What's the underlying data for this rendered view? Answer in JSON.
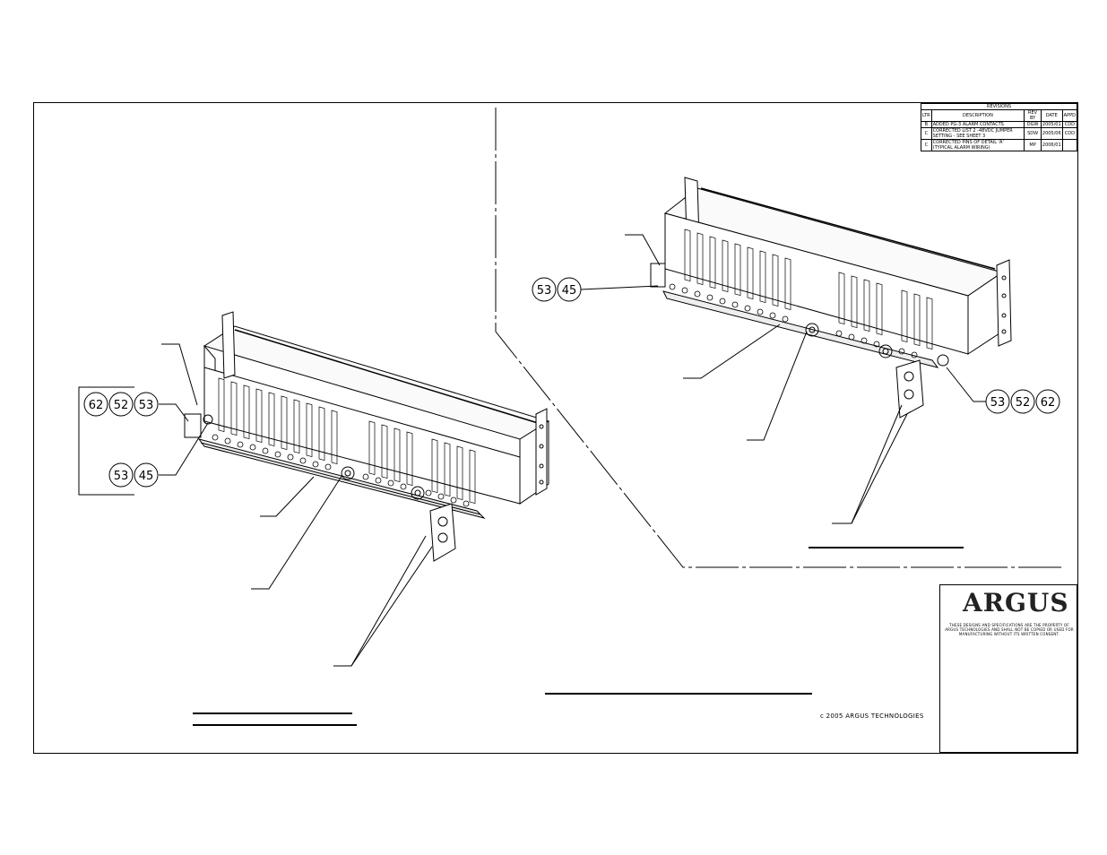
{
  "revisions": {
    "title": "REVISIONS",
    "headers": [
      "LTR",
      "DESCRIPTION",
      "REV BY",
      "DATE",
      "APPD"
    ],
    "rows": [
      {
        "ltr": "B",
        "description": "ADDED PG-3 ALARM CONTACTS",
        "rev_by": "DGW",
        "date": "2005/01",
        "appd": "CDD"
      },
      {
        "ltr": "C",
        "description": "CORRECTED LIST 2 -48VDC JUMPER SETTING - SEE SHEET 3",
        "rev_by": "SDW",
        "date": "2005/06",
        "appd": "CDD"
      },
      {
        "ltr": "C",
        "description": "CORRECTED PINS OF DETAIL 'A' (TYPICAL ALARM WIRING)",
        "rev_by": "MP",
        "date": "2006/01",
        "appd": ""
      }
    ]
  },
  "balloons": {
    "left_top": [
      "62",
      "52",
      "53"
    ],
    "left_bottom": [
      "53",
      "45"
    ],
    "right_top": [
      "53",
      "45"
    ],
    "right_bottom": [
      "53",
      "52",
      "62"
    ]
  },
  "title_block": {
    "logo": "ARGUS",
    "proprietary_note": "THESE DESIGNS AND SPECIFICATIONS ARE THE PROPERTY OF ARGUS TECHNOLOGIES AND SHALL NOT BE COPIED OR USED FOR MANUFACTURING WITHOUT ITS WRITTEN CONSENT."
  },
  "copyright": "c  2005 ARGUS TECHNOLOGIES",
  "colors": {
    "line": "#000000",
    "background": "#ffffff"
  }
}
